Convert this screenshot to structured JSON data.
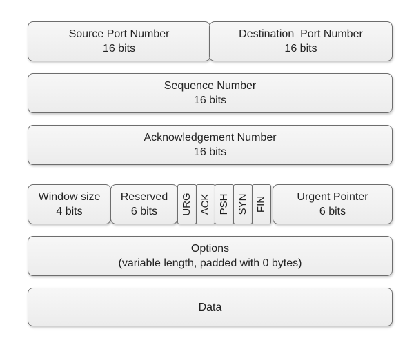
{
  "row1": {
    "source_port": {
      "name": "Source Port Number",
      "size": "16 bits"
    },
    "destination_port": {
      "name": "Destination  Port Number",
      "size": "16 bits"
    }
  },
  "row2": {
    "name": "Sequence Number",
    "size": "16 bits"
  },
  "row3": {
    "name": "Acknowledgement Number",
    "size": "16 bits"
  },
  "row4": {
    "window_size": {
      "name": "Window size",
      "size": "4 bits"
    },
    "reserved": {
      "name": "Reserved",
      "size": "6 bits"
    },
    "flags": [
      "URG",
      "ACK",
      "PSH",
      "SYN",
      "FIN"
    ],
    "urgent_pointer": {
      "name": "Urgent Pointer",
      "size": "6 bits"
    }
  },
  "row5": {
    "name": "Options",
    "note": "(variable length, padded with 0 bytes)"
  },
  "row6": {
    "name": "Data"
  }
}
